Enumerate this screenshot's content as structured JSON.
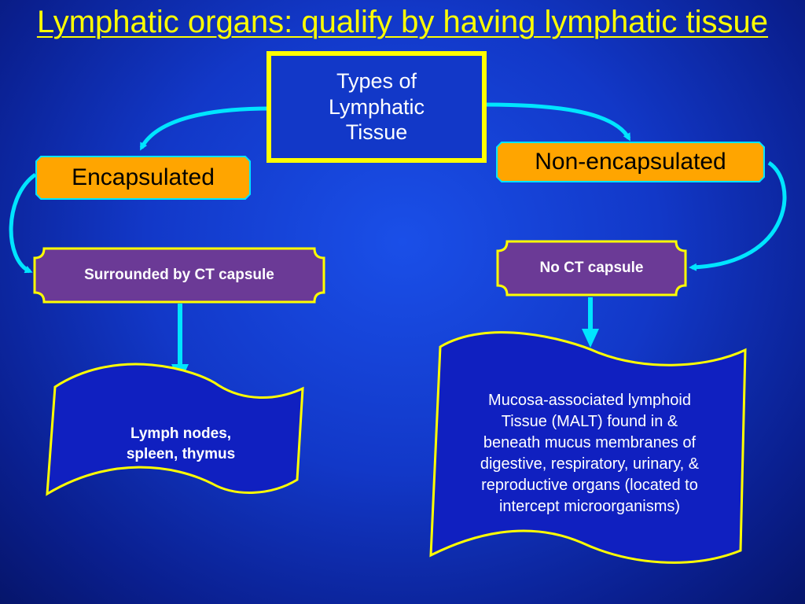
{
  "title": "Lymphatic organs: qualify by having lymphatic tissue",
  "root": {
    "line1": "Types of",
    "line2": "Lymphatic",
    "line3": "Tissue"
  },
  "left": {
    "category": "Encapsulated",
    "detail": "Surrounded by CT capsule",
    "example_line1": "Lymph nodes,",
    "example_line2": "spleen, thymus"
  },
  "right": {
    "category": "Non-encapsulated",
    "detail": "No CT capsule",
    "example_lines": [
      "Mucosa-associated lymphoid",
      "Tissue (MALT) found in &",
      "beneath mucus membranes of",
      "digestive, respiratory, urinary, &",
      "reproductive organs (located to",
      "intercept microorganisms)"
    ]
  },
  "colors": {
    "background": "#1238c8",
    "title": "#ffff00",
    "arrow": "#00e5ff",
    "orange_box": "#ffa500",
    "purple_box": "#6b3a96",
    "wave_fill": "#1020c0",
    "border_yellow": "#ffff00"
  }
}
